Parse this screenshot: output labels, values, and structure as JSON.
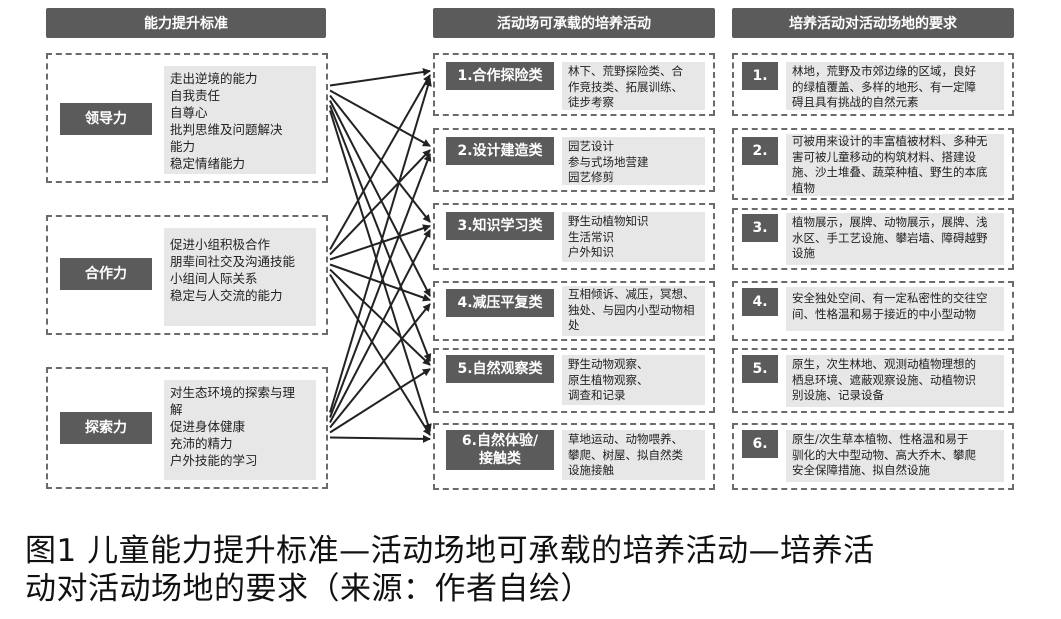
{
  "headers": {
    "left": "能力提升标准",
    "mid": "活动场可承载的培养活动",
    "right": "培养活动对活动场地的要求"
  },
  "abilities": [
    {
      "label": "领导力",
      "items": [
        "走出逆境的能力",
        "自我责任",
        "自尊心",
        "批判思维及问题解决",
        "能力",
        "稳定情绪能力"
      ]
    },
    {
      "label": "合作力",
      "items": [
        "促进小组积极合作",
        "朋辈间社交及沟通技能",
        "小组间人际关系",
        "稳定与人交流的能力"
      ]
    },
    {
      "label": "探索力",
      "items": [
        "对生态环境的探索与理",
        "解",
        "促进身体健康",
        "充沛的精力",
        "户外技能的学习"
      ]
    }
  ],
  "activities": [
    {
      "label": "1.合作探险类",
      "items": [
        "林下、荒野探险类、合",
        "作竞技类、拓展训练、",
        "徒步考察"
      ]
    },
    {
      "label": "2.设计建造类",
      "items": [
        "园艺设计",
        "参与式场地营建",
        "园艺修剪"
      ]
    },
    {
      "label": "3.知识学习类",
      "items": [
        "野生动植物知识",
        "生活常识",
        "户外知识"
      ]
    },
    {
      "label": "4.减压平复类",
      "items": [
        "互相倾诉、减压，冥想、",
        "独处、与园内小型动物相",
        "处"
      ]
    },
    {
      "label": "5.自然观察类",
      "items": [
        "野生动物观察、",
        "原生植物观察、",
        "调查和记录"
      ]
    },
    {
      "label": "6.自然体验/接触类",
      "label_lines": [
        "6.自然体验/",
        "接触类"
      ],
      "items": [
        "草地运动、动物喂养、",
        "攀爬、树屋、拟自然类",
        "设施接触"
      ]
    }
  ],
  "requirements": [
    {
      "label": "1.",
      "items": [
        "林地，荒野及市郊边缘的区域，良好",
        "的绿植覆盖、多样的地形、有一定障",
        "碍且具有挑战的自然元素"
      ]
    },
    {
      "label": "2.",
      "items": [
        "可被用来设计的丰富植被材料、多种无",
        "害可被儿童移动的构筑材料、搭建设",
        "施、沙土堆叠、蔬菜种植、野生的本底",
        "植物"
      ]
    },
    {
      "label": "3.",
      "items": [
        "植物展示，展牌、动物展示，展牌、浅",
        "水区、手工艺设施、攀岩墙、障碍越野",
        "设施"
      ]
    },
    {
      "label": "4.",
      "items": [
        "安全独处空间、有一定私密性的交往空",
        "间、性格温和易于接近的中小型动物"
      ]
    },
    {
      "label": "5.",
      "items": [
        "原生，次生林地、观测动植物理想的",
        "栖息环境、遮蔽观察设施、动植物识",
        "别设施、记录设备"
      ]
    },
    {
      "label": "6.",
      "items": [
        "原生/次生草本植物、性格温和易于",
        "驯化的大中型动物、高大乔木、攀爬",
        "安全保障措施、拟自然设施"
      ]
    }
  ],
  "links": [
    [
      0,
      0
    ],
    [
      0,
      1
    ],
    [
      0,
      2
    ],
    [
      0,
      3
    ],
    [
      0,
      4
    ],
    [
      0,
      5
    ],
    [
      1,
      0
    ],
    [
      1,
      1
    ],
    [
      1,
      2
    ],
    [
      1,
      3
    ],
    [
      1,
      4
    ],
    [
      1,
      5
    ],
    [
      2,
      0
    ],
    [
      2,
      1
    ],
    [
      2,
      2
    ],
    [
      2,
      3
    ],
    [
      2,
      4
    ],
    [
      2,
      5
    ]
  ],
  "caption_lines": [
    "图1 儿童能力提升标准—活动场地可承载的培养活动—培养活",
    "动对活动场地的要求（来源：作者自绘）"
  ],
  "colors": {
    "dark": "#5b5b5b",
    "light": "#e7e7e7",
    "line": "#222222"
  }
}
